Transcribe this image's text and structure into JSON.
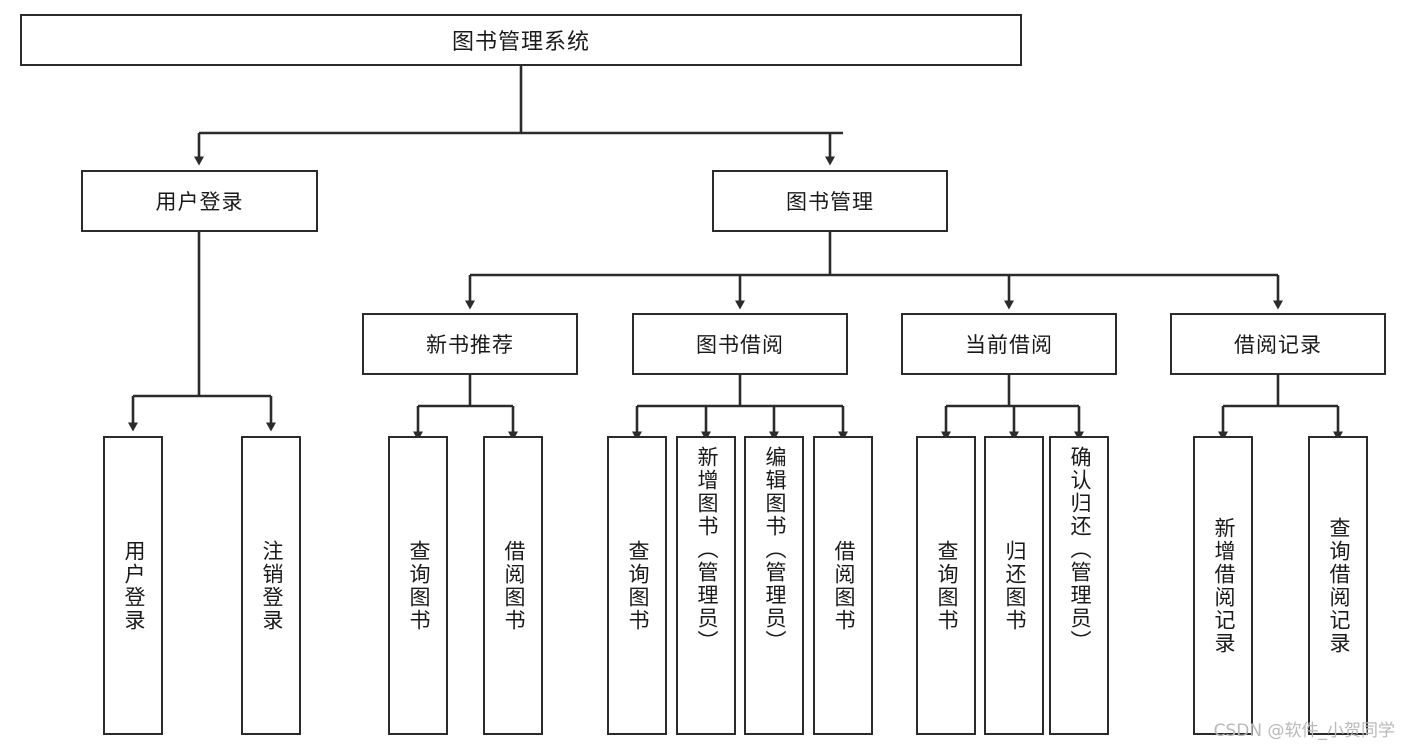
{
  "diagram": {
    "title": "图书管理系统",
    "type": "tree",
    "watermark": "CSDN @软件_小贺同学",
    "colors": {
      "box_border": "#2b2b2b",
      "box_fill": "#ffffff",
      "connector": "#2b2b2b",
      "text": "#1a1a1a",
      "watermark": "#b9b9b9",
      "background": "#ffffff"
    },
    "levels": {
      "level1": [
        "图书管理系统"
      ],
      "level2": [
        "用户登录",
        "图书管理"
      ],
      "level3": [
        "新书推荐",
        "图书借阅",
        "当前借阅",
        "借阅记录"
      ],
      "level4": [
        "用户登录",
        "注销登录",
        "查询图书",
        "借阅图书",
        "查询图书",
        "新增图书（管理员）",
        "编辑图书（管理员）",
        "借阅图书",
        "查询图书",
        "归还图书",
        "确认归还（管理员）",
        "新增借阅记录",
        "查询借阅记录"
      ]
    },
    "nodes": {
      "root": {
        "label": "图书管理系统"
      },
      "user_login": {
        "label": "用户登录"
      },
      "book_manage": {
        "label": "图书管理"
      },
      "new_book_rec": {
        "label": "新书推荐"
      },
      "book_borrow": {
        "label": "图书借阅"
      },
      "current_borrow": {
        "label": "当前借阅"
      },
      "borrow_record": {
        "label": "借阅记录"
      },
      "leaf_user_login": {
        "label": "用户登录"
      },
      "leaf_logout": {
        "label": "注销登录"
      },
      "leaf_query_book_a": {
        "label": "查询图书"
      },
      "leaf_borrow_book_a": {
        "label": "借阅图书"
      },
      "leaf_query_book_b": {
        "label": "查询图书"
      },
      "leaf_add_book": {
        "label": "新增图书（管理员）"
      },
      "leaf_edit_book": {
        "label": "编辑图书（管理员）"
      },
      "leaf_borrow_book_b": {
        "label": "借阅图书"
      },
      "leaf_query_book_c": {
        "label": "查询图书"
      },
      "leaf_return_book": {
        "label": "归还图书"
      },
      "leaf_confirm_return": {
        "label": "确认归还（管理员）"
      },
      "leaf_add_record": {
        "label": "新增借阅记录"
      },
      "leaf_query_record": {
        "label": "查询借阅记录"
      }
    },
    "edges": [
      {
        "from": "root",
        "to": "user_login"
      },
      {
        "from": "root",
        "to": "book_manage"
      },
      {
        "from": "user_login",
        "to": "leaf_user_login"
      },
      {
        "from": "user_login",
        "to": "leaf_logout"
      },
      {
        "from": "book_manage",
        "to": "new_book_rec"
      },
      {
        "from": "book_manage",
        "to": "book_borrow"
      },
      {
        "from": "book_manage",
        "to": "current_borrow"
      },
      {
        "from": "book_manage",
        "to": "borrow_record"
      },
      {
        "from": "new_book_rec",
        "to": "leaf_query_book_a"
      },
      {
        "from": "new_book_rec",
        "to": "leaf_borrow_book_a"
      },
      {
        "from": "book_borrow",
        "to": "leaf_query_book_b"
      },
      {
        "from": "book_borrow",
        "to": "leaf_add_book"
      },
      {
        "from": "book_borrow",
        "to": "leaf_edit_book"
      },
      {
        "from": "book_borrow",
        "to": "leaf_borrow_book_b"
      },
      {
        "from": "current_borrow",
        "to": "leaf_query_book_c"
      },
      {
        "from": "current_borrow",
        "to": "leaf_return_book"
      },
      {
        "from": "current_borrow",
        "to": "leaf_confirm_return"
      },
      {
        "from": "borrow_record",
        "to": "leaf_add_record"
      },
      {
        "from": "borrow_record",
        "to": "leaf_query_record"
      }
    ]
  }
}
